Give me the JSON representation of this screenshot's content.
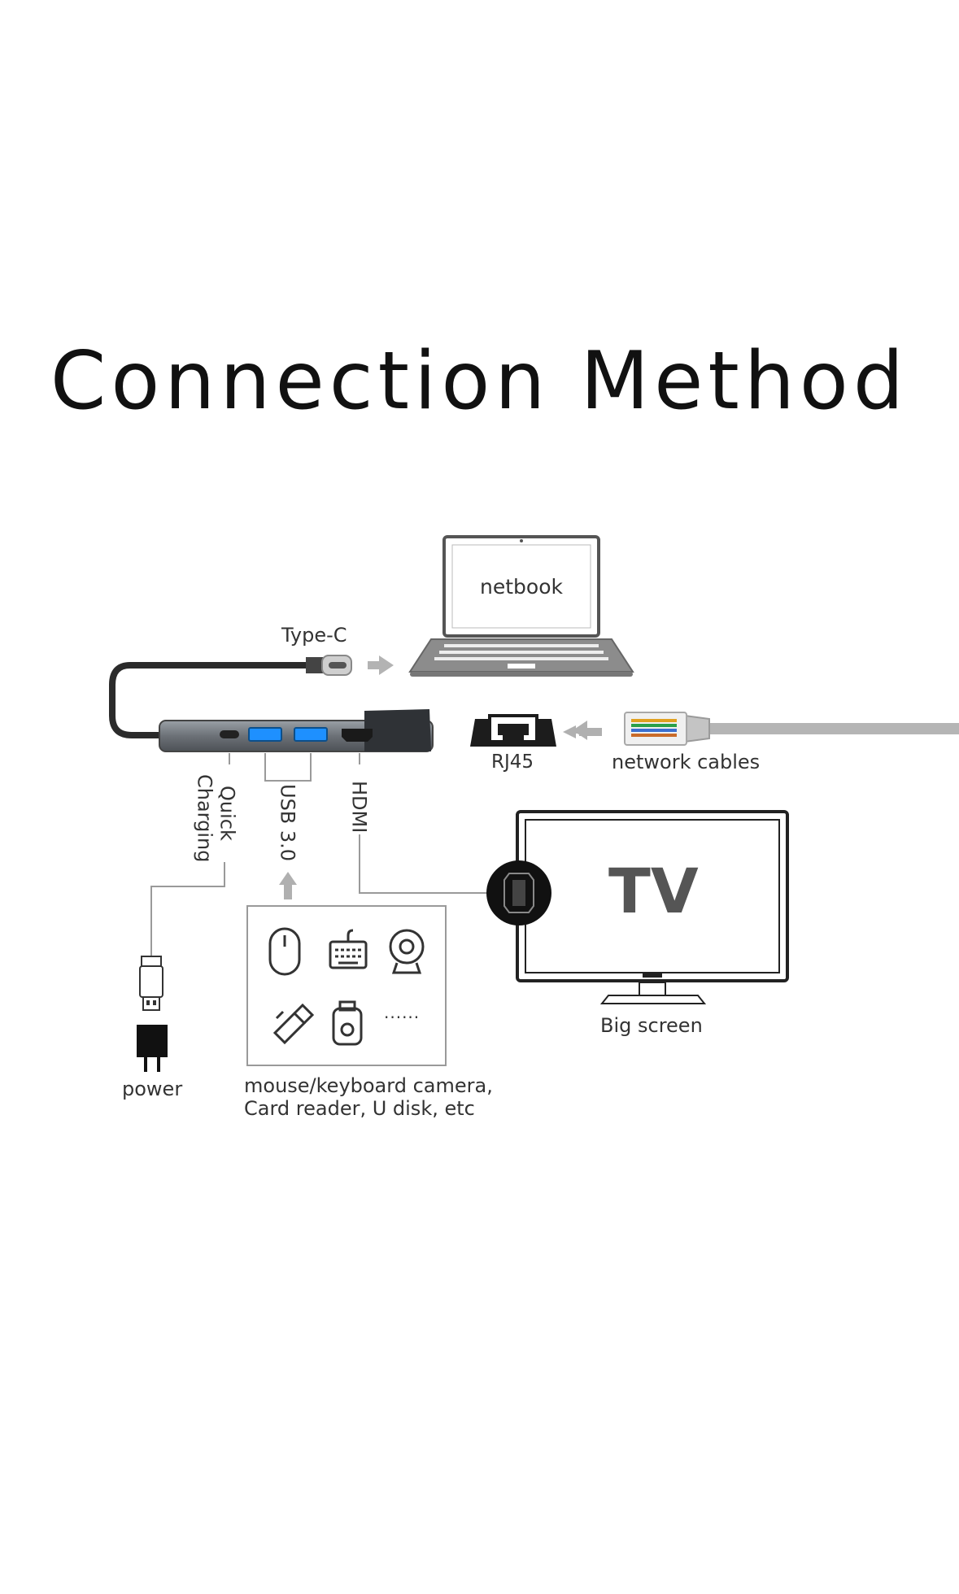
{
  "title": "Connection Method",
  "labels": {
    "netbook": "netbook",
    "type_c": "Type-C",
    "rj45": "RJ45",
    "network_cables": "network cables",
    "quick_charging_line1": "Quick",
    "quick_charging_line2": "Charging",
    "usb3": "USB 3.0",
    "hdmi": "HDMI",
    "tv": "TV",
    "big_screen": "Big screen",
    "power": "power",
    "peripherals_line1": "mouse/keyboard camera,",
    "peripherals_line2": "Card reader, U disk, etc",
    "more_dots": "......"
  },
  "icons": [
    "laptop-icon",
    "usb-c-plug-icon",
    "usb-hub-icon",
    "rj45-port-icon",
    "ethernet-plug-icon",
    "tv-icon",
    "hdmi-port-icon",
    "usb-a-plug-icon",
    "power-adapter-icon",
    "mouse-icon",
    "keyboard-icon",
    "webcam-icon",
    "usb-stick-icon",
    "card-reader-icon",
    "arrow-icon"
  ],
  "colors": {
    "line": "#9a9a9a",
    "hub_body": "#6f7379",
    "usb_port_blue": "#1e90ff",
    "dark": "#1a1a1a",
    "arrow": "#b0b0b0",
    "tv_text": "#555555"
  }
}
